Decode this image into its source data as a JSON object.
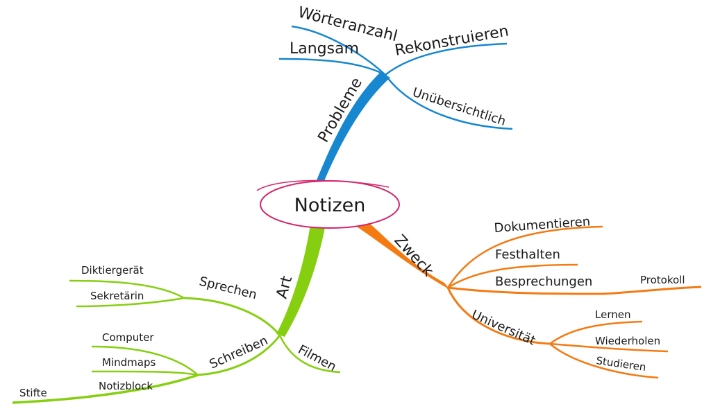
{
  "center": {
    "label": "Notizen"
  },
  "colors": {
    "probleme": "#1787d0",
    "zweck": "#f47a12",
    "art": "#86cf10",
    "ring": "#d4246a",
    "text": "#1a1a1a"
  },
  "branches": {
    "probleme": {
      "label": "Probleme",
      "children": [
        "Wörteranzahl",
        "Langsam",
        "Rekonstruieren",
        "Unübersichtlich"
      ]
    },
    "zweck": {
      "label": "Zweck",
      "children": {
        "dokumentieren": "Dokumentieren",
        "festhalten": "Festhalten",
        "besprechungen": "Besprechungen",
        "protokoll": "Protokoll",
        "universitaet": "Universität",
        "lernen": "Lernen",
        "wiederholen": "Wiederholen",
        "studieren": "Studieren"
      }
    },
    "art": {
      "label": "Art",
      "children": {
        "sprechen": "Sprechen",
        "diktiergeraet": "Diktiergerät",
        "sekretaerin": "Sekretärin",
        "schreiben": "Schreiben",
        "computer": "Computer",
        "mindmaps": "Mindmaps",
        "notizblock": "Notizblock",
        "stifte": "Stifte",
        "filmen": "Filmen"
      }
    }
  }
}
